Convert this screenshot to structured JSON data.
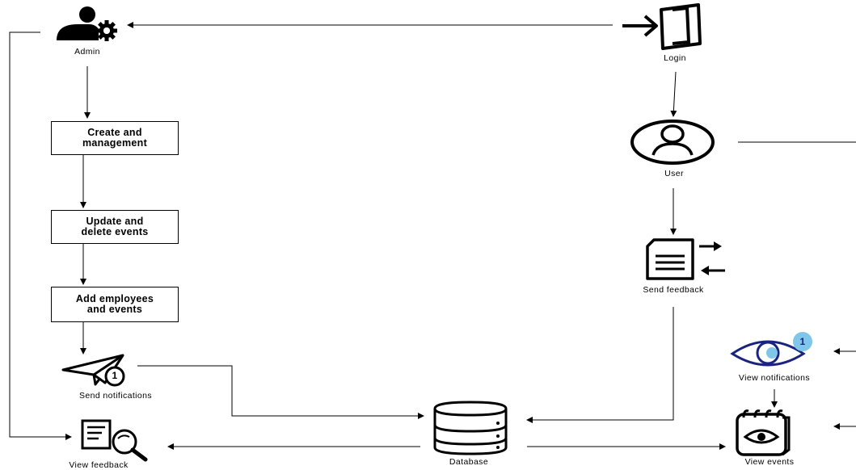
{
  "diagram": {
    "admin": {
      "label": "Admin",
      "icon": "user-gear-icon"
    },
    "login": {
      "label": "Login",
      "icon": "login-door-icon"
    },
    "user": {
      "label": "User",
      "icon": "user-circle-icon"
    },
    "create": {
      "line1": "Create and",
      "line2": "management"
    },
    "update": {
      "line1": "Update and",
      "line2": "delete events"
    },
    "add": {
      "line1": "Add employees",
      "line2": "and events"
    },
    "send_notifications": {
      "label": "Send notifications",
      "icon": "paper-plane-icon",
      "badge": "1"
    },
    "send_feedback": {
      "label": "Send feedback",
      "icon": "document-arrows-icon"
    },
    "view_notifications": {
      "label": "View notifications",
      "icon": "eye-notification-icon",
      "badge": "1"
    },
    "view_events": {
      "label": "View events",
      "icon": "notebook-eye-icon"
    },
    "view_feedback": {
      "label": "View feedback",
      "icon": "document-search-icon"
    },
    "database": {
      "label": "Database",
      "icon": "database-icon"
    }
  }
}
